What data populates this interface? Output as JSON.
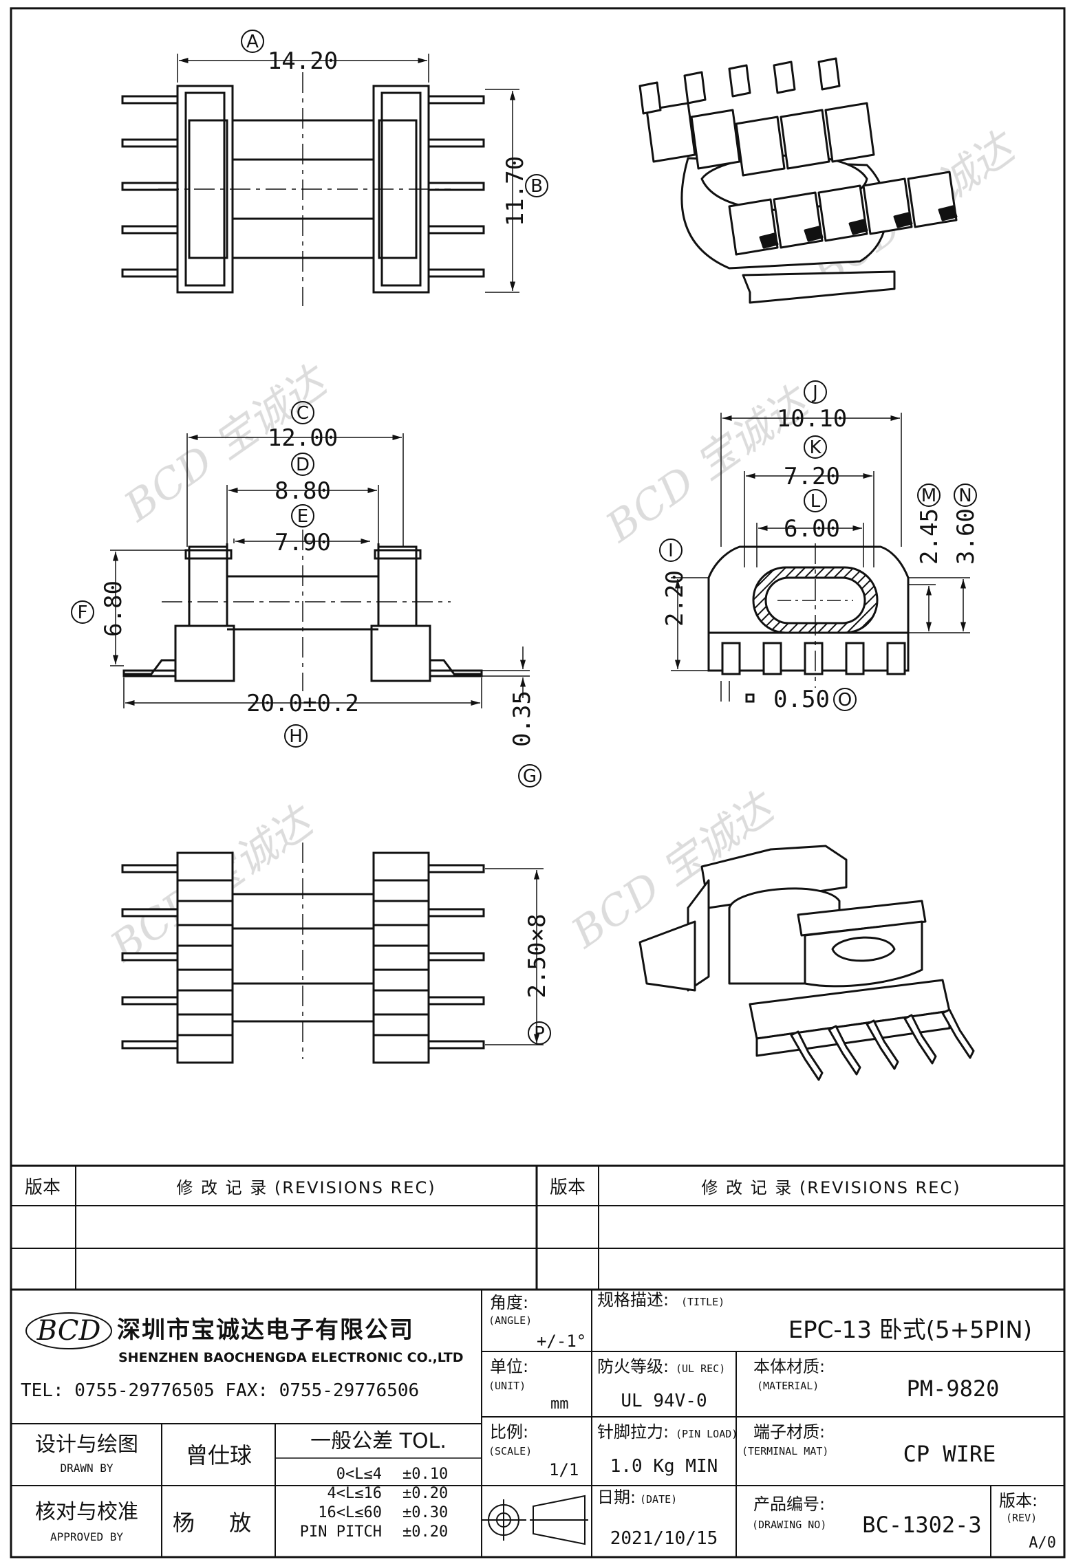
{
  "dimensions": {
    "A": {
      "label": "A",
      "value": "14.20"
    },
    "B": {
      "label": "B",
      "value": "11.70"
    },
    "C": {
      "label": "C",
      "value": "12.00"
    },
    "D": {
      "label": "D",
      "value": "8.80"
    },
    "E": {
      "label": "E",
      "value": "7.90"
    },
    "F": {
      "label": "F",
      "value": "6.80"
    },
    "G": {
      "label": "G",
      "value": "0.35"
    },
    "H": {
      "label": "H",
      "value": "20.0±0.2"
    },
    "I": {
      "label": "I",
      "value": "2.20"
    },
    "J": {
      "label": "J",
      "value": "10.10"
    },
    "K": {
      "label": "K",
      "value": "7.20"
    },
    "L": {
      "label": "L",
      "value": "6.00"
    },
    "M": {
      "label": "M",
      "value": "2.45"
    },
    "N": {
      "label": "N",
      "value": "3.60"
    },
    "O": {
      "label": "O",
      "value": "0.50"
    },
    "P": {
      "label": "P",
      "value": "2.50×8"
    }
  },
  "watermark": {
    "text": "BCD 宝诚达"
  },
  "title_block": {
    "rev_header": {
      "version": "版本",
      "records": "修 改 记 录 (REVISIONS REC)"
    },
    "company": {
      "logo": "BCD",
      "name_cn": "深圳市宝诚达电子有限公司",
      "name_en": "SHENZHEN BAOCHENGDA ELECTRONIC CO.,LTD",
      "contact": "TEL: 0755-29776505  FAX: 0755-29776506"
    },
    "angle": {
      "label": "角度:",
      "sub": "(ANGLE)",
      "value": "+/-1°"
    },
    "unit": {
      "label": "单位:",
      "sub": "(UNIT)",
      "value": "mm"
    },
    "scale": {
      "label": "比例:",
      "sub": "(SCALE)",
      "value": "1/1"
    },
    "title": {
      "label": "规格描述:",
      "sub": "(TITLE)",
      "value": "EPC-13 卧式(5+5PIN)"
    },
    "ul": {
      "label": "防火等级:",
      "sub": "(UL REC)",
      "value": "UL 94V-0"
    },
    "material": {
      "label": "本体材质:",
      "sub": "(MATERIAL)",
      "value": "PM-9820"
    },
    "pin_load": {
      "label": "针脚拉力:",
      "sub": "(PIN LOAD)",
      "value": "1.0 Kg MIN"
    },
    "terminal": {
      "label": "端子材质:",
      "sub": "(TERMINAL MAT)",
      "value": "CP WIRE"
    },
    "date": {
      "label": "日期:",
      "sub": "(DATE)",
      "value": "2021/10/15"
    },
    "drawing_no": {
      "label": "产品编号:",
      "sub": "(DRAWING NO)",
      "value": "BC-1302-3"
    },
    "rev": {
      "label": "版本:",
      "sub": "(REV)",
      "value": "A/0"
    },
    "designer": {
      "label": "设计与绘图",
      "sub": "DRAWN BY",
      "name": "曾仕球"
    },
    "approver": {
      "label": "核对与校准",
      "sub": "APPROVED BY",
      "name": "杨 放"
    },
    "tolerance": {
      "title": "一般公差 TOL.",
      "rows": [
        {
          "range": "0<L≤4",
          "tol": "±0.10"
        },
        {
          "range": "4<L≤16",
          "tol": "±0.20"
        },
        {
          "range": "16<L≤60",
          "tol": "±0.30"
        },
        {
          "range": "PIN PITCH",
          "tol": "±0.20"
        }
      ]
    }
  }
}
